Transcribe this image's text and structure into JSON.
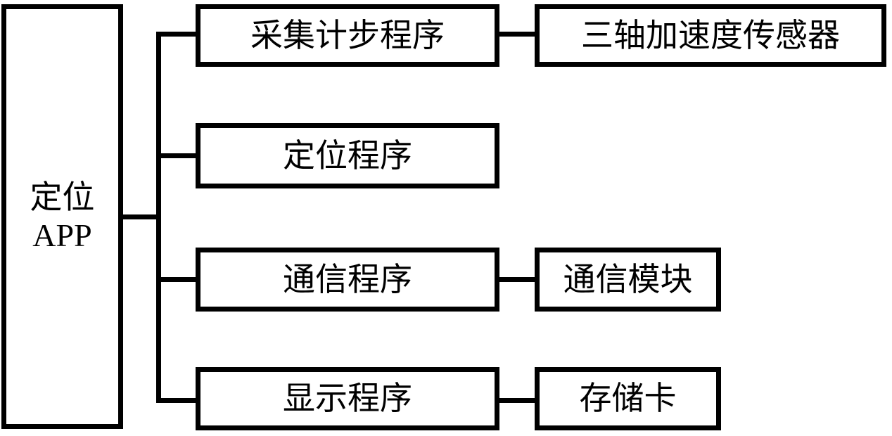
{
  "diagram": {
    "type": "tree-block-diagram",
    "orientation": "left-to-right",
    "line_color": "#000000",
    "background_color": "#ffffff",
    "root": {
      "line_1": "定位",
      "line_2": "APP"
    },
    "branches": [
      {
        "program": "采集计步程序",
        "device": "三轴加速度传感器"
      },
      {
        "program": "定位程序",
        "device": ""
      },
      {
        "program": "通信程序",
        "device": "通信模块"
      },
      {
        "program": "显示程序",
        "device": "存储卡"
      }
    ]
  }
}
